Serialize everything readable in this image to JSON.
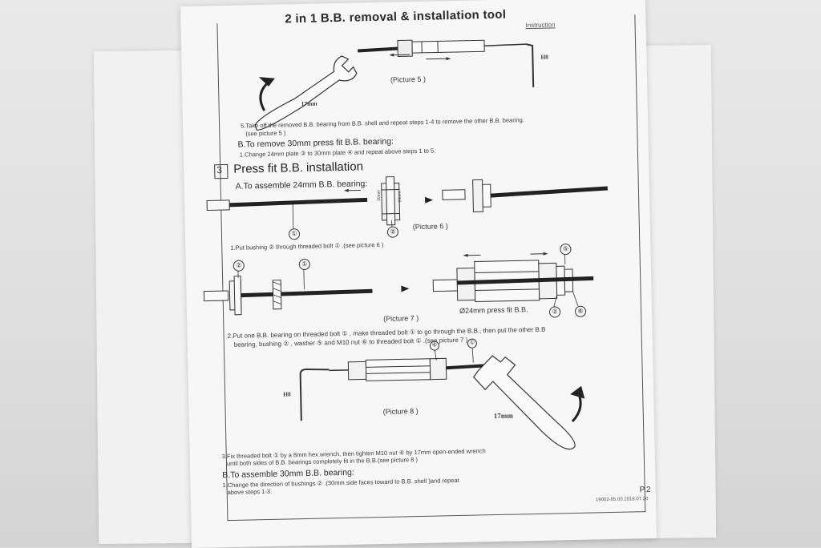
{
  "sheet": {
    "title": "2 in 1 B.B. removal & installation tool",
    "subtitle": "Instruction",
    "picture5": {
      "caption": "(Picture 5 )",
      "wrench_label": "17mm",
      "hex_label": "H8"
    },
    "step5_line1": "5.Take off the removed B.B. bearing from B.B. shell and repeat steps 1-4 to remove the other B.B. bearing.",
    "step5_line2": "(see picture 5 )",
    "removeB_heading": "B.To remove 30mm press fit B.B. bearing:",
    "removeB_step": "1.Change 24mm plate ③ to 30mm plate ④ and repeat above steps 1 to 5.",
    "section_number": "3",
    "section_title": "Press fit B.B. installation",
    "assembleA_heading": "A.To assemble 24mm B.B. bearing:",
    "picture6": {
      "caption": "(Picture 6 )",
      "dim_30": "30mm",
      "dim_24": "24mm",
      "callout_1": "①",
      "callout_2": "②"
    },
    "stepA1": "1.Put bushing ② through threaded bolt ① .(see picture 6 )",
    "picture7": {
      "caption": "(Picture 7 )",
      "press_fit_label": "Ø24mm press fit B.B.",
      "callout_1": "①",
      "callout_2": "②",
      "callout_5": "⑤",
      "callout_6": "⑥"
    },
    "stepA2_line1": "2.Put one B.B. bearing on threaded bolt ① , make threaded bolt ① to go through the B.B., then put the other B.B",
    "stepA2_line2": "bearing, bushing ② , washer ⑤ and M10 nut ⑥ to threaded bolt ① .(see picture 7 )",
    "picture8": {
      "caption": "(Picture 8 )",
      "wrench_label": "17mm",
      "hex_label": "H8",
      "callout_1": "①",
      "callout_6": "⑥"
    },
    "stepA3_line1": "3.Fix threaded bolt ① by a 8mm hex wrench, then tighten M10 nut ⑥ by 17mm open-ended wrench",
    "stepA3_line2": "until both sides of B.B. bearings completely fit in the B.B.(see picture 8 )",
    "assembleB_heading": "B.To assemble 30mm B.B. bearing:",
    "assembleB_line1": "1.Change the direction of bushings ② .(30mm side faces toward to B.B. shell )and repeat",
    "assembleB_line2": "above steps 1-3.",
    "page_number": "P.2",
    "doc_code": "19002-05.00.2018.07.20"
  }
}
